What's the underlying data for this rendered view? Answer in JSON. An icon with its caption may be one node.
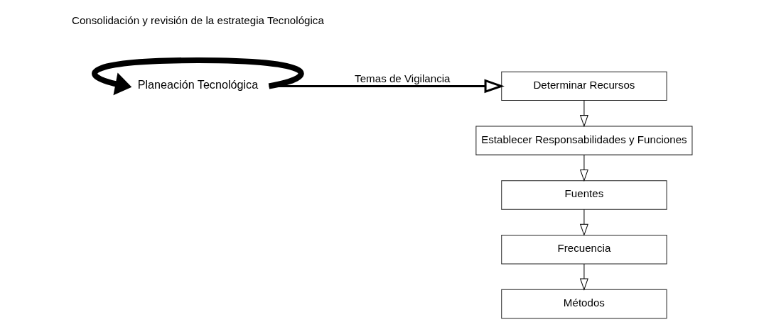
{
  "diagram": {
    "nodes": [
      {
        "text": [
          "Planeación Tecnológica"
        ]
      },
      {
        "text": [
          "Determinar Recursos"
        ]
      },
      {
        "text": [
          "Establecer Responsabilidades y Funciones"
        ]
      },
      {
        "text": [
          "Fuentes"
        ]
      },
      {
        "text": [
          "Frecuencia"
        ]
      },
      {
        "text": [
          "Métodos"
        ]
      }
    ],
    "edges": [
      {
        "from": 0,
        "to": 0,
        "arrow": "to",
        "style": "thick"
      },
      {
        "from": 0,
        "to": 1,
        "arrow": "to",
        "label": "Temas de Vigilancia",
        "style": "thick"
      },
      {
        "from": 1,
        "to": 2,
        "arrow": "to"
      },
      {
        "from": 2,
        "to": 3,
        "arrow": "to"
      },
      {
        "from": 3,
        "to": 4,
        "arrow": "to"
      },
      {
        "from": 4,
        "to": 5,
        "arrow": "to"
      }
    ],
    "labels": [
      "Consolidación y revisión de la estrategia Tecnológica"
    ]
  }
}
